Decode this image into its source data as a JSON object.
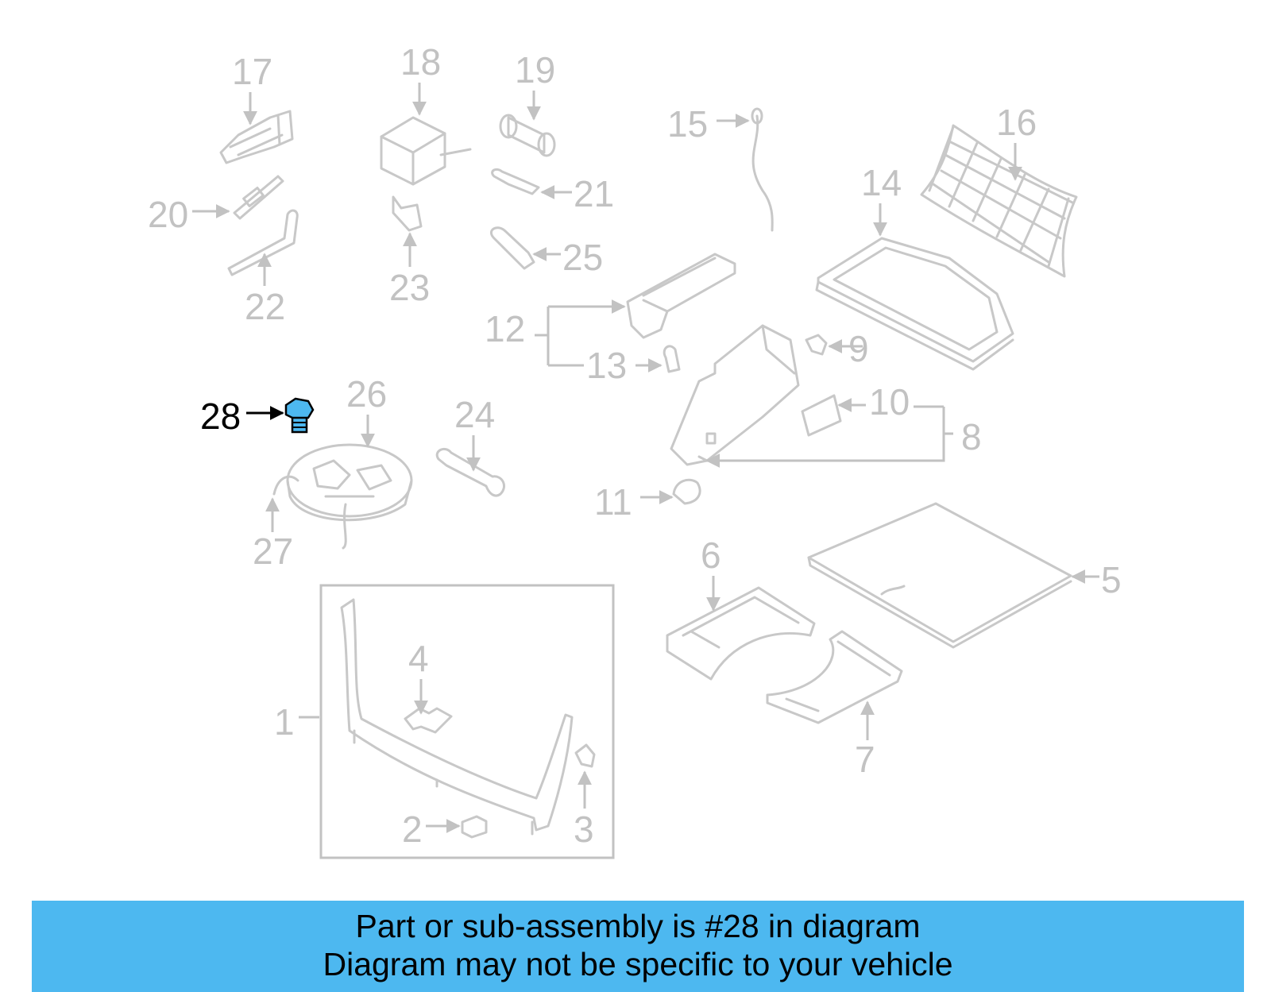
{
  "callouts": {
    "c1": "1",
    "c2": "2",
    "c3": "3",
    "c4": "4",
    "c5": "5",
    "c6": "6",
    "c7": "7",
    "c8": "8",
    "c9": "9",
    "c10": "10",
    "c11": "11",
    "c12": "12",
    "c13": "13",
    "c14": "14",
    "c15": "15",
    "c16": "16",
    "c17": "17",
    "c18": "18",
    "c19": "19",
    "c20": "20",
    "c21": "21",
    "c22": "22",
    "c23": "23",
    "c24": "24",
    "c25": "25",
    "c26": "26",
    "c27": "27",
    "c28": "28"
  },
  "highlighted_part": "28",
  "colors": {
    "highlight_part_fill": "#4db8f0",
    "banner_background": "#4db8f0",
    "line_art": "#c8c8c8"
  },
  "banner": {
    "line1": "Part or sub-assembly is #28 in diagram",
    "line2": "Diagram may not be specific to your vehicle"
  }
}
